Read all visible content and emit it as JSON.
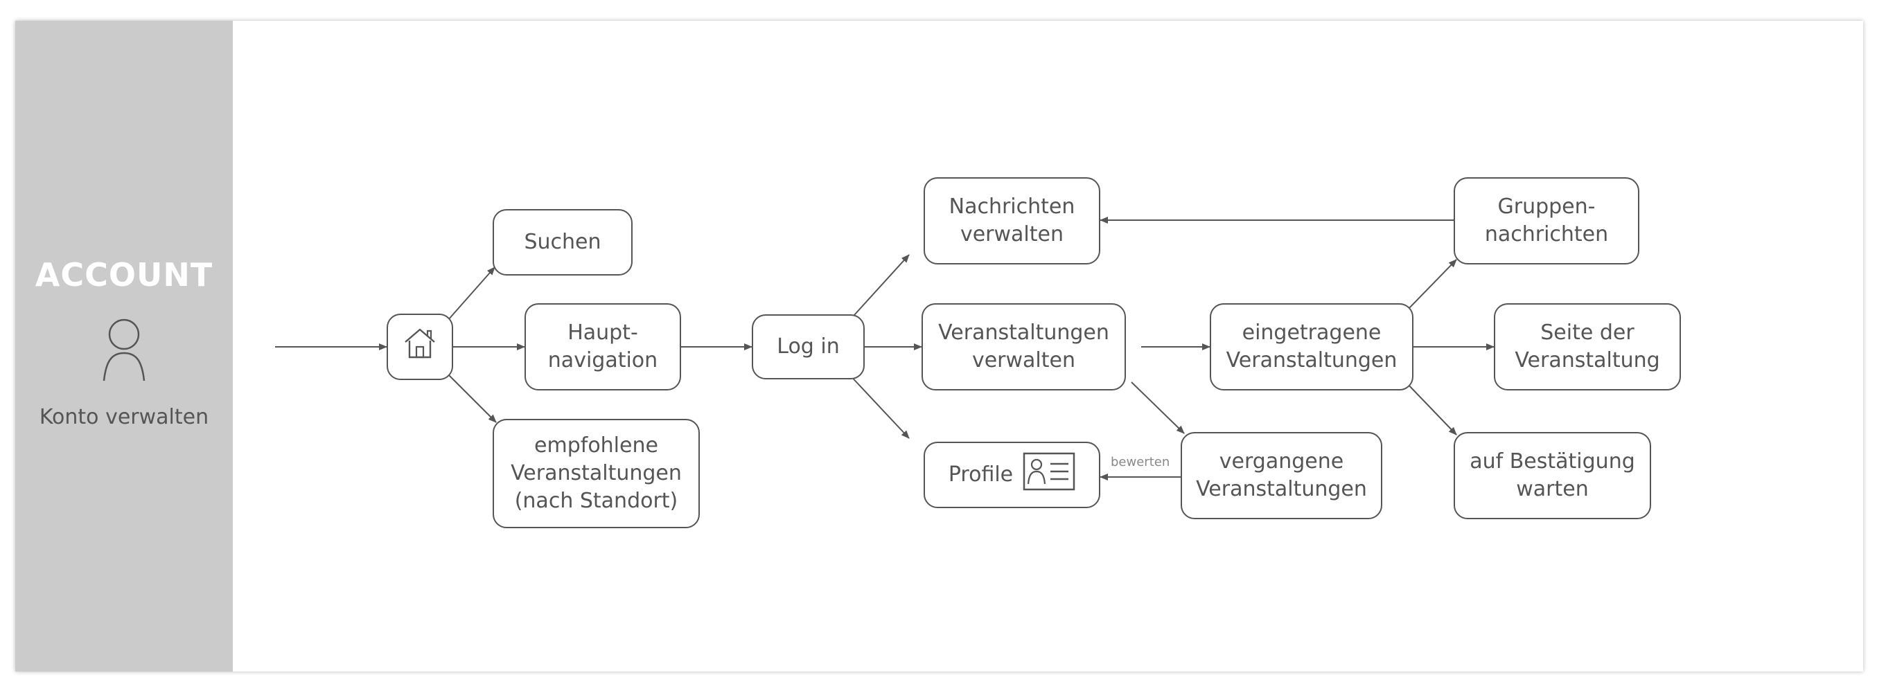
{
  "sidebar": {
    "title": "ACCOUNT",
    "subtitle": "Konto verwalten",
    "icon": "user-icon"
  },
  "nodes": {
    "home": {
      "icon": "home-icon"
    },
    "suchen": {
      "label": "Suchen"
    },
    "hauptnavigation": {
      "label": "Haupt-\nnavigation"
    },
    "empfohlene": {
      "label": "empfohlene\nVeranstaltungen\n(nach Standort)"
    },
    "login": {
      "label": "Log in"
    },
    "nachrichten": {
      "label": "Nachrichten\nverwalten"
    },
    "veranstaltungen": {
      "label": "Veranstaltungen\nverwalten"
    },
    "profile": {
      "label": "Profile",
      "icon": "id-card-icon"
    },
    "eingetragene": {
      "label": "eingetragene\nVeranstaltungen"
    },
    "vergangene": {
      "label": "vergangene\nVeranstaltungen"
    },
    "gruppen": {
      "label": "Gruppen-\nnachrichten"
    },
    "seite": {
      "label": "Seite der\nVeranstaltung"
    },
    "bestaetigung": {
      "label": "auf Bestätigung\nwarten"
    }
  },
  "edge_labels": {
    "bewerten": "bewerten"
  },
  "colors": {
    "sidebar": "#cbcbcb",
    "stroke": "#555555",
    "text": "#555555"
  }
}
